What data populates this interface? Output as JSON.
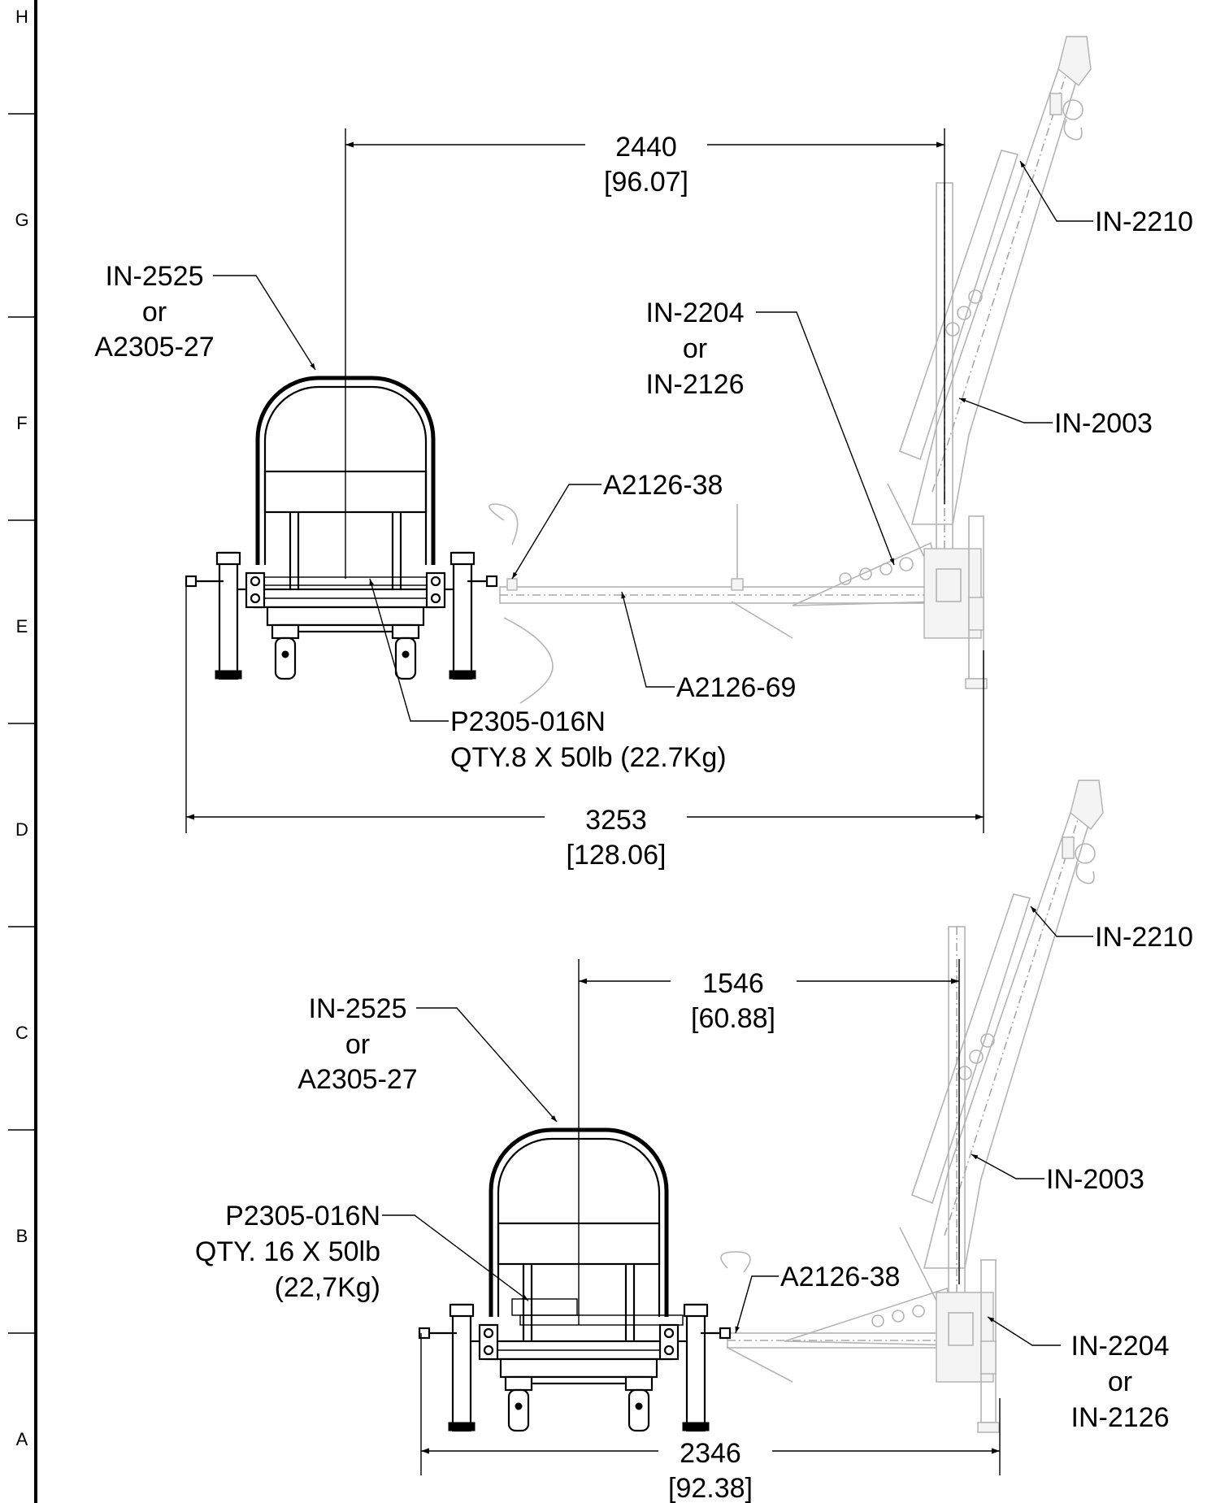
{
  "zones": [
    "H",
    "G",
    "F",
    "E",
    "D",
    "C",
    "B",
    "A"
  ],
  "upper_view": {
    "dim_top": {
      "value": "2440",
      "imperial": "[96.07]"
    },
    "dim_bottom": {
      "value": "3253",
      "imperial": "[128.06]"
    },
    "callouts": {
      "counterweight_cart": {
        "line1": "IN-2525",
        "line2": "or",
        "line3": "A2305-27"
      },
      "mast_base": {
        "line1": "IN-2204",
        "line2": "or",
        "line3": "IN-2126"
      },
      "pin": "A2126-38",
      "boom": "IN-2210",
      "mast": "IN-2003",
      "beam": "A2126-69",
      "weights": {
        "line1": "P2305-016N",
        "line2": "QTY.8 X 50lb (22.7Kg)"
      }
    }
  },
  "lower_view": {
    "dim_top": {
      "value": "1546",
      "imperial": "[60.88]"
    },
    "dim_bottom": {
      "value": "2346",
      "imperial": "[92.38]"
    },
    "callouts": {
      "counterweight_cart": {
        "line1": "IN-2525",
        "line2": "or",
        "line3": "A2305-27"
      },
      "weights": {
        "line1": "P2305-016N",
        "line2": "QTY. 16 X 50lb",
        "line3": "(22,7Kg)"
      },
      "pin": "A2126-38",
      "boom": "IN-2210",
      "mast": "IN-2003",
      "mast_base": {
        "line1": "IN-2204",
        "line2": "or",
        "line3": "IN-2126"
      }
    }
  },
  "colors": {
    "line": "#000000",
    "phantom": "#a8a8a8",
    "background": "#ffffff"
  }
}
